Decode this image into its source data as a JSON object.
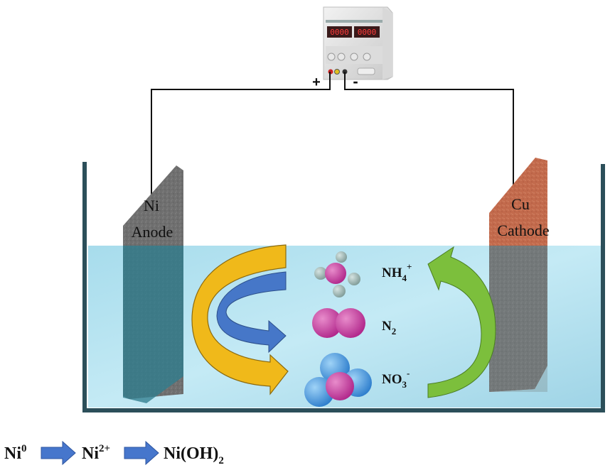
{
  "power_supply": {
    "display_left": "0000",
    "display_right": "0000",
    "positive_terminal": "+",
    "negative_terminal": "-"
  },
  "electrodes": {
    "anode": {
      "material": "Ni",
      "role": "Anode",
      "color": "#6e6e6e"
    },
    "cathode": {
      "material": "Cu",
      "role": "Cathode",
      "color": "#c0674a"
    }
  },
  "species": [
    {
      "id": "nh4",
      "base": "NH",
      "sub": "4",
      "sup": "+"
    },
    {
      "id": "n2",
      "base": "N",
      "sub": "2",
      "sup": ""
    },
    {
      "id": "no3",
      "base": "NO",
      "sub": "3",
      "sup": "-"
    }
  ],
  "reaction_sequence": [
    {
      "base": "Ni",
      "sup": "0",
      "sub": ""
    },
    {
      "base": "Ni",
      "sup": "2+",
      "sub": ""
    },
    {
      "base": "Ni(OH)",
      "sup": "",
      "sub": "2"
    }
  ],
  "colors": {
    "water": "#a6dbeb",
    "tank": "#2f5561",
    "arrow_yellow": "#f0b91a",
    "arrow_blue": "#4677c8",
    "arrow_green": "#7cbf3c",
    "atom_n": "#c93ea0",
    "atom_h": "#9cb3b0",
    "atom_o": "#4fa3e0",
    "process_arrow": "#4676cc"
  }
}
